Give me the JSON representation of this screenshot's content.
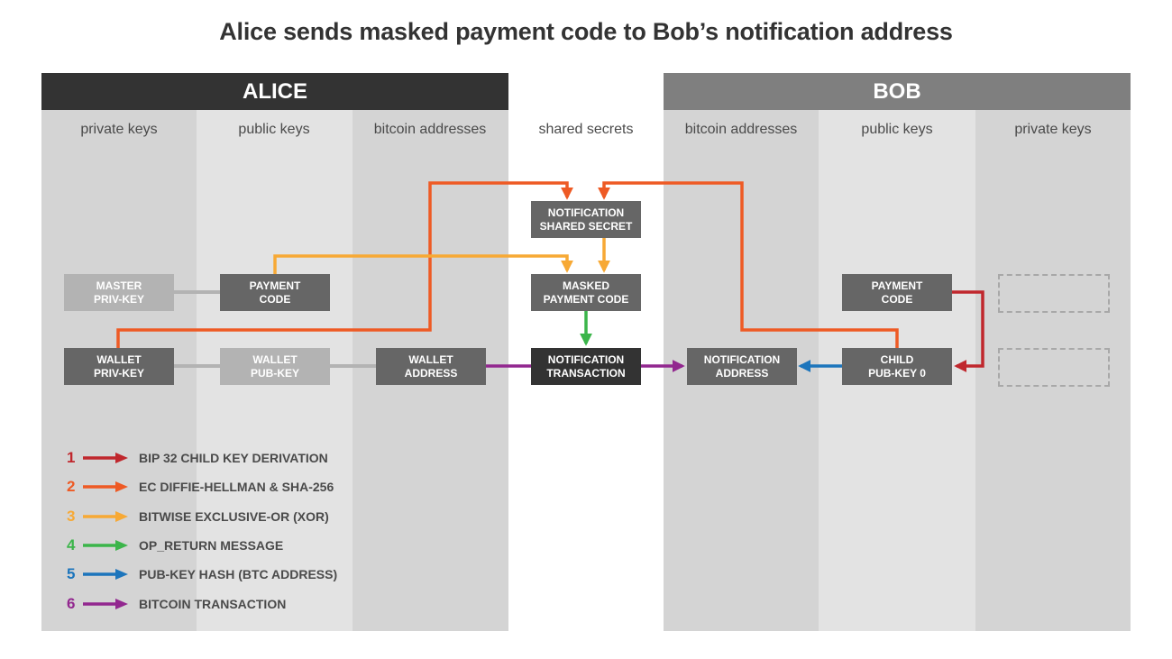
{
  "title": "Alice sends masked payment code to Bob’s notification address",
  "alice_label": "ALICE",
  "bob_label": "BOB",
  "columns": [
    "private keys",
    "public keys",
    "bitcoin addresses",
    "shared secrets",
    "bitcoin addresses",
    "public keys",
    "private keys"
  ],
  "boxes": {
    "notification_shared_secret": [
      "NOTIFICATION",
      "SHARED SECRET"
    ],
    "alice_master_priv": [
      "MASTER",
      "PRIV-KEY"
    ],
    "alice_payment_code": [
      "PAYMENT",
      "CODE"
    ],
    "masked_payment_code": [
      "MASKED",
      "PAYMENT CODE"
    ],
    "bob_payment_code": [
      "PAYMENT",
      "CODE"
    ],
    "alice_wallet_priv": [
      "WALLET",
      "PRIV-KEY"
    ],
    "alice_wallet_pub": [
      "WALLET",
      "PUB-KEY"
    ],
    "alice_wallet_address": [
      "WALLET",
      "ADDRESS"
    ],
    "notification_transaction": [
      "NOTIFICATION",
      "TRANSACTION"
    ],
    "bob_notification_address": [
      "NOTIFICATION",
      "ADDRESS"
    ],
    "bob_child_pubkey": [
      "CHILD",
      "PUB-KEY 0"
    ]
  },
  "legend": [
    {
      "num": "1",
      "label": "BIP 32 CHILD KEY DERIVATION",
      "color": "#c0272d"
    },
    {
      "num": "2",
      "label": "EC DIFFIE-HELLMAN & SHA-256",
      "color": "#ee5a24"
    },
    {
      "num": "3",
      "label": "BITWISE EXCLUSIVE-OR (XOR)",
      "color": "#f7a935"
    },
    {
      "num": "4",
      "label": "OP_RETURN MESSAGE",
      "color": "#3bb54a"
    },
    {
      "num": "5",
      "label": "PUB-KEY HASH (BTC ADDRESS)",
      "color": "#1c75bc"
    },
    {
      "num": "6",
      "label": "BITCOIN TRANSACTION",
      "color": "#92278f"
    }
  ]
}
